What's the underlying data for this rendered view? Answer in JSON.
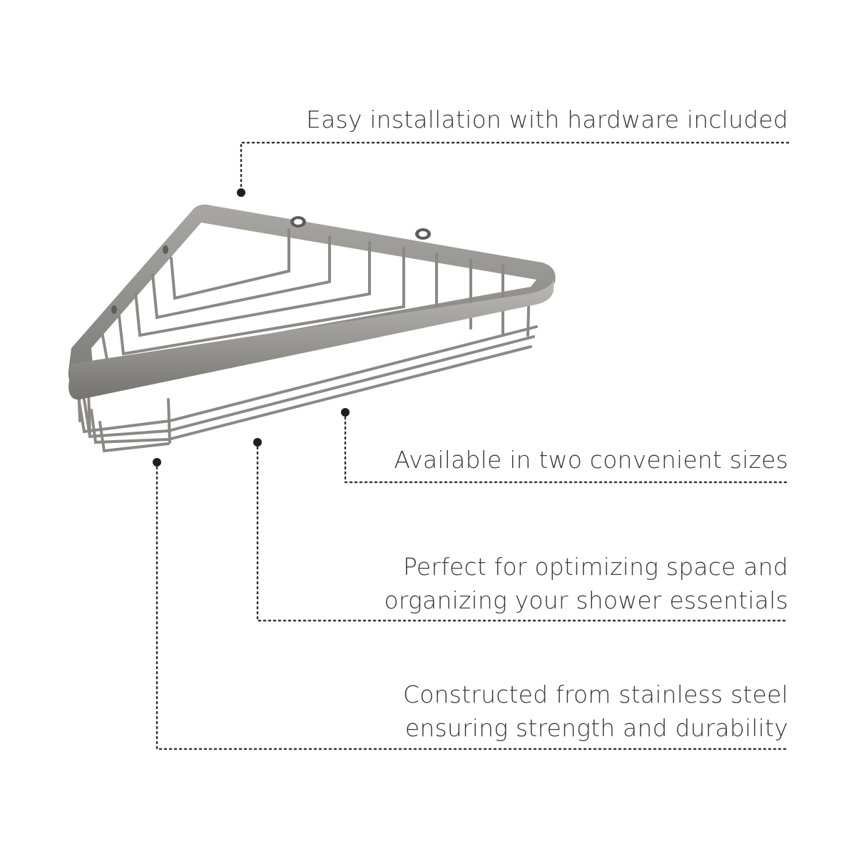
{
  "callouts": [
    {
      "lines": [
        "Easy installation with hardware included"
      ]
    },
    {
      "lines": [
        "Available in two convenient sizes"
      ]
    },
    {
      "lines": [
        "Perfect for optimizing space and",
        "organizing your shower essentials"
      ]
    },
    {
      "lines": [
        "Constructed from stainless steel",
        "ensuring strength and durability"
      ]
    }
  ],
  "product": {
    "material_color": "#8e8c89"
  },
  "leader_color": "#333333"
}
